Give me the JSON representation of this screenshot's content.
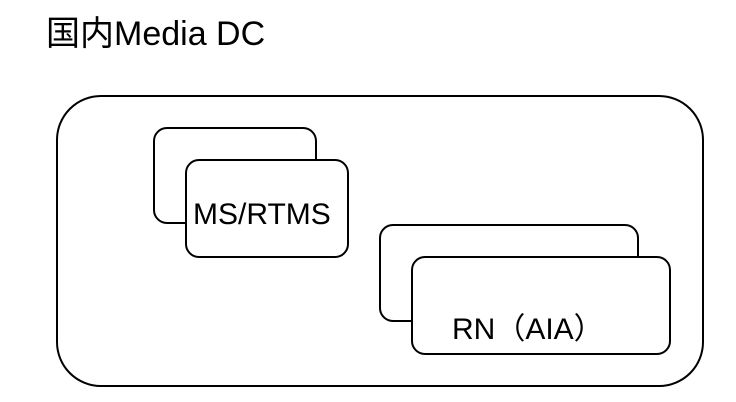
{
  "title": "国内Media DC",
  "nodes": {
    "ms": {
      "label": "MS/RTMS"
    },
    "rn": {
      "label": "RN（AIA）"
    }
  },
  "colors": {
    "stroke": "#000000",
    "fill": "#ffffff",
    "background": "#ffffff"
  }
}
